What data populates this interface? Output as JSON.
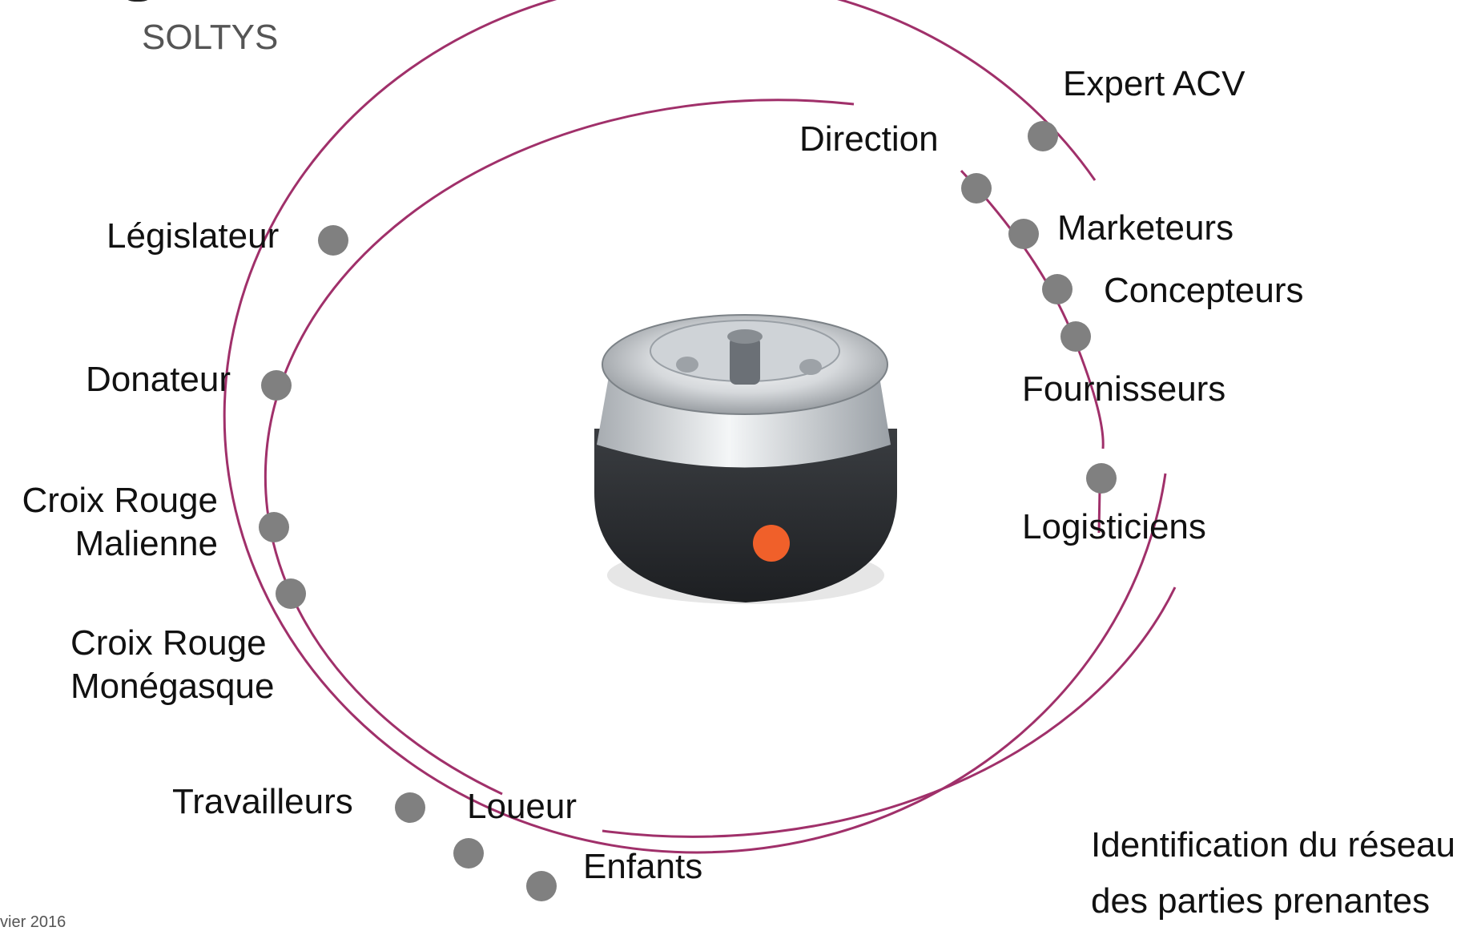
{
  "diagram": {
    "subtitle": "SOLTYS",
    "footer": "vier 2016",
    "caption": {
      "line1": "Identification du réseau",
      "line2": "des parties prenantes"
    },
    "ring_color": "#a0306a",
    "node_color": "#808080",
    "center": {
      "object": "solar-beacon-lamp",
      "accent_color": "#f0602a"
    },
    "labels": {
      "expert_acv": "Expert ACV",
      "direction": "Direction",
      "marketeurs": "Marketeurs",
      "concepteurs": "Concepteurs",
      "fournisseurs": "Fournisseurs",
      "logisticiens": "Logisticiens",
      "legislateur": "Législateur",
      "donateur": "Donateur",
      "croix_rouge_malienne_1": "Croix Rouge",
      "croix_rouge_malienne_2": "Malienne",
      "croix_rouge_monegasque_1": "Croix Rouge",
      "croix_rouge_monegasque_2": "Monégasque",
      "travailleurs": "Travailleurs",
      "loueur": "Loueur",
      "enfants": "Enfants"
    }
  }
}
